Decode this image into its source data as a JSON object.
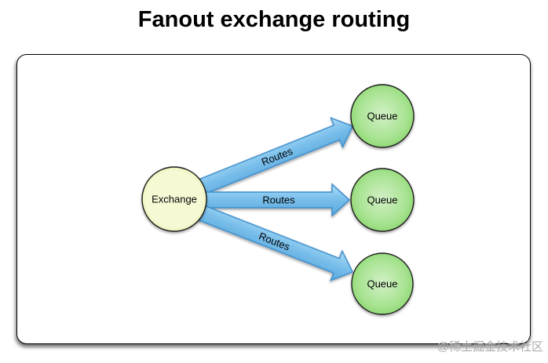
{
  "title": "Fanout exchange routing",
  "watermark": "@稀土掘金技术社区",
  "diagram": {
    "exchange": {
      "label": "Exchange"
    },
    "queues": [
      {
        "label": "Queue"
      },
      {
        "label": "Queue"
      },
      {
        "label": "Queue"
      }
    ],
    "routes": [
      {
        "label": "Routes"
      },
      {
        "label": "Routes"
      },
      {
        "label": "Routes"
      }
    ],
    "colors": {
      "exchange_center": "#f6f9d4",
      "exchange_edge": "#dce483",
      "queue_center": "#d2f0c6",
      "queue_mid": "#a8e392",
      "queue_edge": "#7fd25f",
      "arrow_light": "#aadcf5",
      "arrow_mid": "#7cc0ec",
      "arrow_dark": "#58a7da",
      "arrow_stroke": "#3e8ecb",
      "node_stroke": "#1c1c1c"
    }
  }
}
